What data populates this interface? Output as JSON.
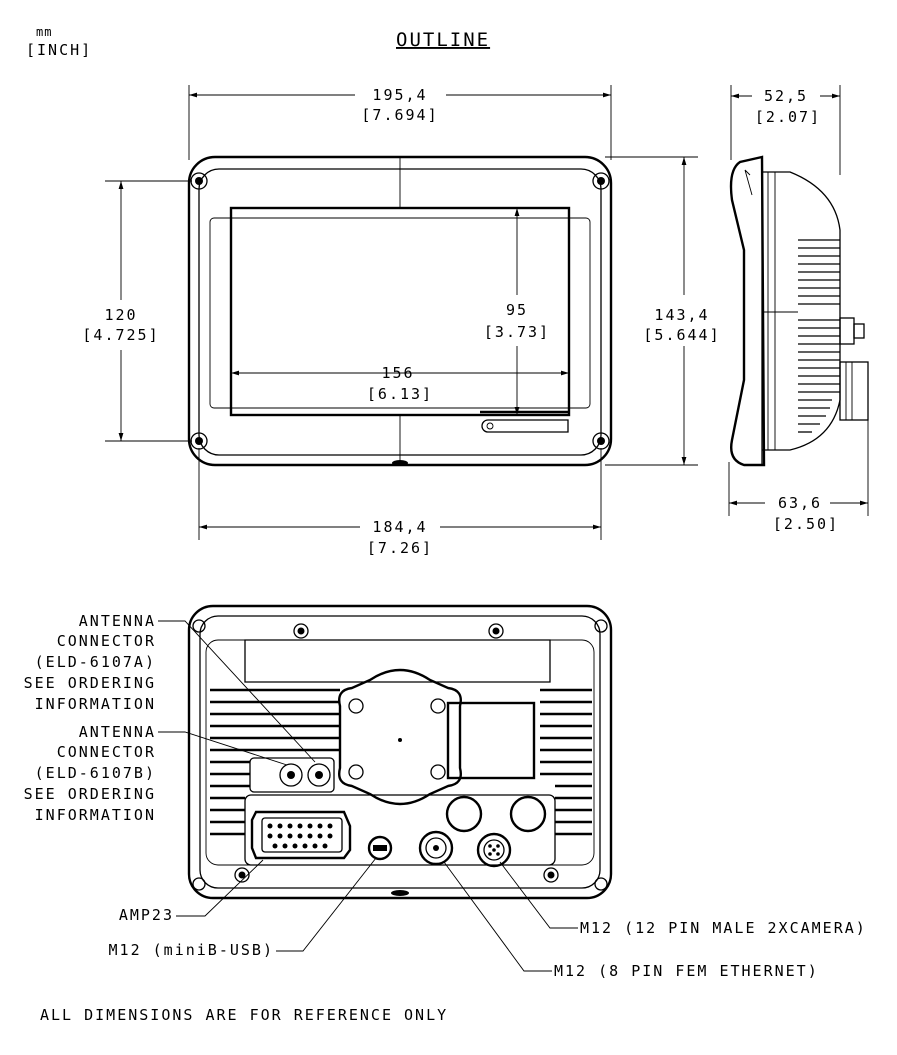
{
  "header": {
    "unit_top": "mm",
    "unit_bottom": "[INCH]",
    "title": "OUTLINE"
  },
  "dimensions": {
    "front_width": {
      "mm": "195,4",
      "inch": "[7.694]"
    },
    "front_height": {
      "mm": "120",
      "inch": "[4.725]"
    },
    "screen_height": {
      "mm": "95",
      "inch": "[3.73]"
    },
    "overall_height": {
      "mm": "143,4",
      "inch": "[5.644]"
    },
    "screen_width": {
      "mm": "156",
      "inch": "[6.13]"
    },
    "bottom_width": {
      "mm": "184,4",
      "inch": "[7.26]"
    },
    "side_top_depth": {
      "mm": "52,5",
      "inch": "[2.07]"
    },
    "side_bottom_depth": {
      "mm": "63,6",
      "inch": "[2.50]"
    }
  },
  "labels": {
    "antenna_a": [
      "ANTENNA",
      "CONNECTOR",
      "(ELD-6107A)",
      "SEE ORDERING",
      "INFORMATION"
    ],
    "antenna_b": [
      "ANTENNA",
      "CONNECTOR",
      "(ELD-6107B)",
      "SEE ORDERING",
      "INFORMATION"
    ],
    "amp23": "AMP23",
    "m12_usb": "M12 (miniB-USB)",
    "m12_camera": "M12 (12 PIN MALE 2XCAMERA)",
    "m12_ethernet": "M12 (8 PIN FEM ETHERNET)"
  },
  "footer": {
    "note": "ALL DIMENSIONS ARE FOR REFERENCE ONLY"
  }
}
